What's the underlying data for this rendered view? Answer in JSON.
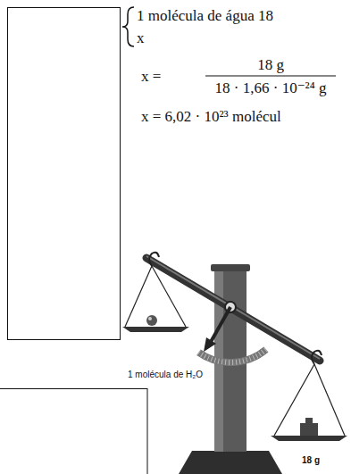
{
  "diagram": {
    "labels": [
      "1 molécula de água 18",
      "x",
      "x =",
      "18 g",
      "18 · 1,66 · 10⁻²⁴ g",
      "x = 6,02 · 10²³ molécul",
      "1 molécula de H₂O",
      "18 g"
    ]
  }
}
